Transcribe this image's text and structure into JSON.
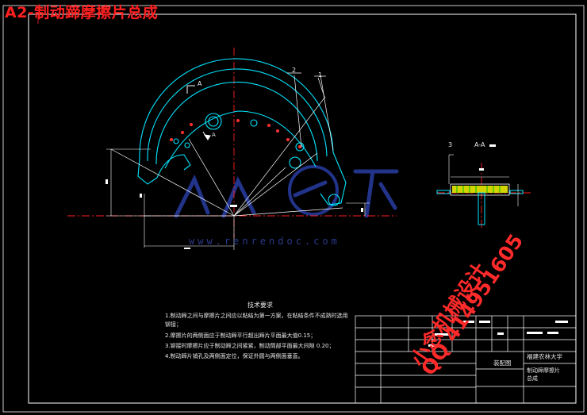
{
  "sheet_title": "A2-制动蹄摩擦片总成",
  "views": {
    "section_a_label": "A",
    "section_a_label_2": "A",
    "section_aa_label": "A-A",
    "item_1": "1",
    "item_2": "2",
    "item_3": "3"
  },
  "technical_requirements": {
    "title": "技术要求",
    "note_1_line1": "1.制动蹄之间与摩擦片之间应以粘结为第一方案，在粘结条件不成熟时选用",
    "note_1_line2": "铆接；",
    "note_2": "2.摩擦片的两侧面应于制动蹄平行超出蹄片平面最大值0.15；",
    "note_3": "3.铆接时摩擦片应于制动蹄之间紧紧，制动筒部平面最大间隙 0.20；",
    "note_4": "4.制动蹄片销孔及两侧面定位，保证外圆与两侧面垂直。"
  },
  "title_block": {
    "university": "福建农林大学",
    "drawing_name_line1": "制动蹄摩擦片",
    "drawing_name_line2": "总成",
    "label_center": "装配图"
  },
  "watermark": {
    "site": "www.renrendoc.com",
    "brand": "人人文库"
  },
  "stamp": {
    "line1": "小念机械设计",
    "line2": "QQ 414951605"
  },
  "colors": {
    "background": "#000000",
    "frame": "#ffffff",
    "centerline": "#ff2020",
    "part": "#00e5ff",
    "label": "#e8e8e8",
    "stamp": "#ff2a2a",
    "watermark": "#2a3a8a"
  }
}
